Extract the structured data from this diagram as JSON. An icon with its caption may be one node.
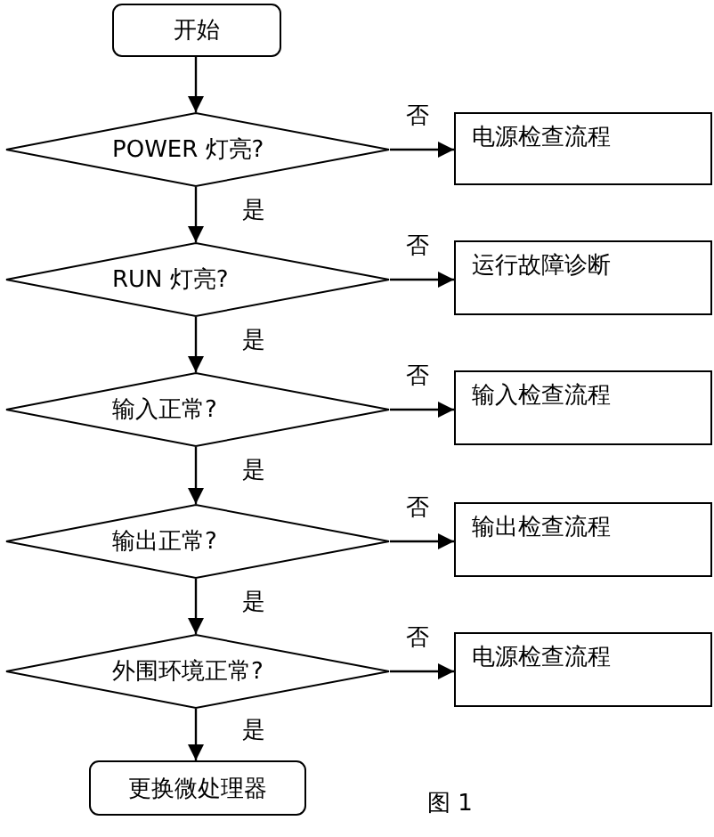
{
  "diagram": {
    "caption": "图 1",
    "nodes": [
      {
        "text": [
          "开始"
        ]
      },
      {
        "text": [
          "POWER 灯亮?"
        ]
      },
      {
        "text": [
          "电源检查流程"
        ]
      },
      {
        "text": [
          "RUN 灯亮?"
        ]
      },
      {
        "text": [
          "运行故障诊断"
        ]
      },
      {
        "text": [
          "输入正常?"
        ]
      },
      {
        "text": [
          "输入检查流程"
        ]
      },
      {
        "text": [
          "输出正常?"
        ]
      },
      {
        "text": [
          "输出检查流程"
        ]
      },
      {
        "text": [
          "外围环境正常?"
        ]
      },
      {
        "text": [
          "电源检查流程"
        ]
      },
      {
        "text": [
          "更换微处理器"
        ]
      }
    ],
    "edges": [
      {
        "from": 0,
        "to": 1,
        "arrow": "to"
      },
      {
        "from": 1,
        "to": 2,
        "arrow": "to",
        "label": "否"
      },
      {
        "from": 1,
        "to": 3,
        "arrow": "to",
        "label": "是"
      },
      {
        "from": 3,
        "to": 4,
        "arrow": "to",
        "label": "否"
      },
      {
        "from": 3,
        "to": 5,
        "arrow": "to",
        "label": "是"
      },
      {
        "from": 5,
        "to": 6,
        "arrow": "to",
        "label": "否"
      },
      {
        "from": 5,
        "to": 7,
        "arrow": "to",
        "label": "是"
      },
      {
        "from": 7,
        "to": 8,
        "arrow": "to",
        "label": "否"
      },
      {
        "from": 7,
        "to": 9,
        "arrow": "to",
        "label": "是"
      },
      {
        "from": 9,
        "to": 10,
        "arrow": "to",
        "label": "否"
      },
      {
        "from": 9,
        "to": 11,
        "arrow": "to",
        "label": "是"
      }
    ]
  }
}
